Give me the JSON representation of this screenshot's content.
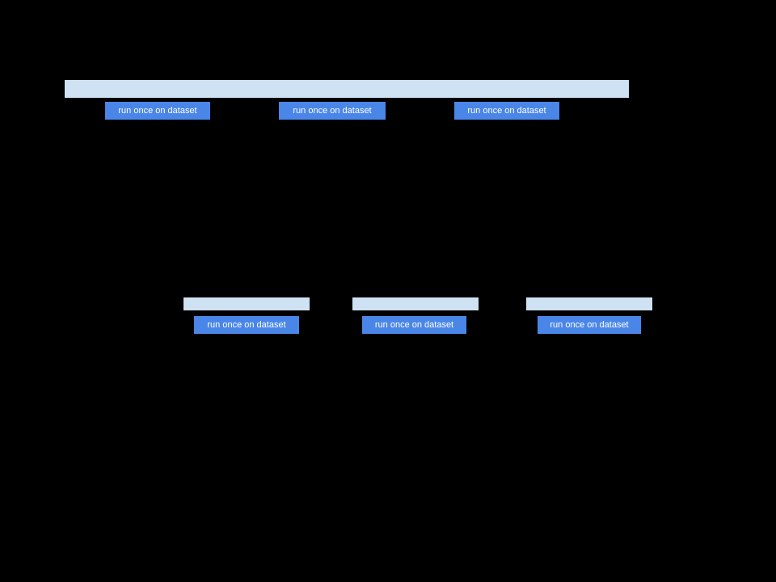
{
  "colors": {
    "canvas_bg": "#000000",
    "bar_fill": "#cfe2f3",
    "button_fill": "#4a86e8",
    "button_text": "#ffffff"
  },
  "top_section": {
    "full_dataset_bar": {
      "text": ""
    },
    "buttons": [
      {
        "label": "run once on dataset"
      },
      {
        "label": "run once on dataset"
      },
      {
        "label": "run once on dataset"
      }
    ]
  },
  "middle_section": {
    "groups": [
      {
        "bar": {
          "text": ""
        },
        "button": {
          "label": "run once on dataset"
        }
      },
      {
        "bar": {
          "text": ""
        },
        "button": {
          "label": "run once on dataset"
        }
      },
      {
        "bar": {
          "text": ""
        },
        "button": {
          "label": "run once on dataset"
        }
      }
    ]
  }
}
